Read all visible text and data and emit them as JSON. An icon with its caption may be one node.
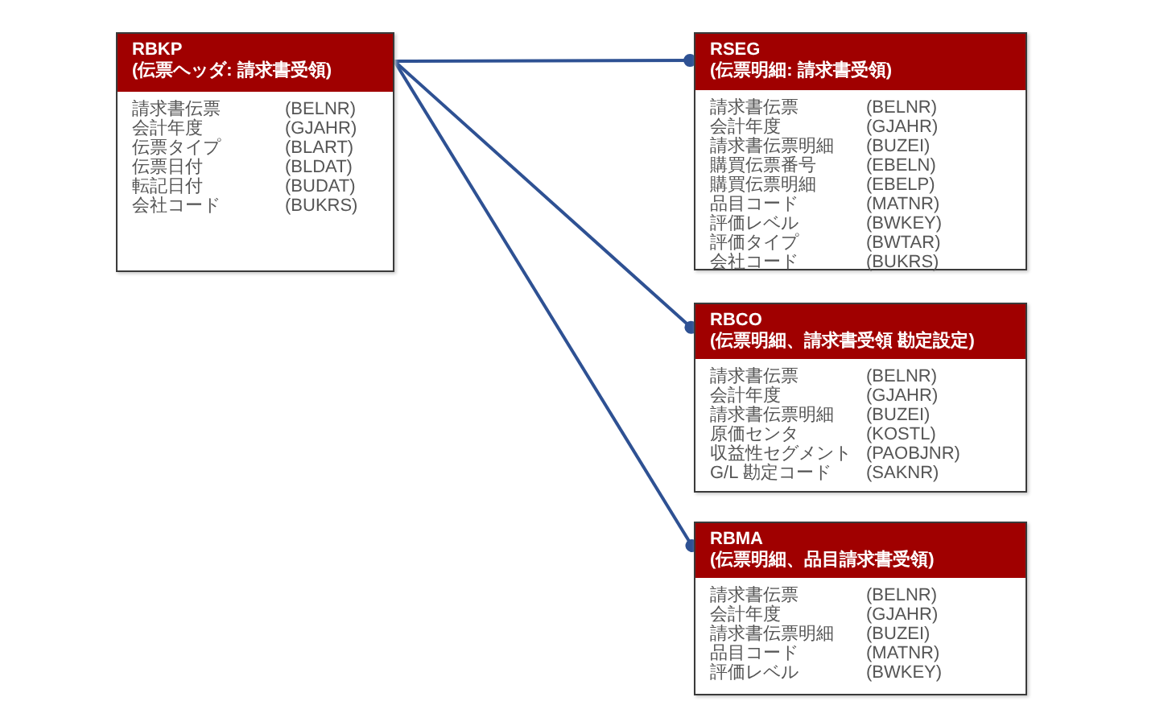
{
  "diagram": {
    "nodes": [
      {
        "text": [
          "RBKP",
          "(伝票ヘッダ: 請求書受領)",
          "請求書伝票",
          "(BELNR)",
          "会計年度",
          "(GJAHR)",
          "伝票タイプ",
          "(BLART)",
          "伝票日付",
          "(BLDAT)",
          "転記日付",
          "(BUDAT)",
          "会社コード",
          "(BUKRS)"
        ]
      },
      {
        "text": [
          "RSEG",
          "(伝票明細: 請求書受領)",
          "請求書伝票",
          "(BELNR)",
          "会計年度",
          "(GJAHR)",
          "請求書伝票明細",
          "(BUZEI)",
          "購買伝票番号",
          "(EBELN)",
          "購買伝票明細",
          "(EBELP)",
          "品目コード",
          "(MATNR)",
          "評価レベル",
          "(BWKEY)",
          "評価タイプ",
          "(BWTAR)",
          "会社コード",
          "(BUKRS)"
        ]
      },
      {
        "text": [
          "RBCO",
          "(伝票明細、請求書受領 勘定設定)",
          "請求書伝票",
          "(BELNR)",
          "会計年度",
          "(GJAHR)",
          "請求書伝票明細",
          "(BUZEI)",
          "原価センタ",
          "(KOSTL)",
          "収益性セグメント",
          "(PAOBJNR)",
          "G/L 勘定コード",
          "(SAKNR)"
        ]
      },
      {
        "text": [
          "RBMA",
          "(伝票明細、品目請求書受領)",
          "請求書伝票",
          "(BELNR)",
          "会計年度",
          "(GJAHR)",
          "請求書伝票明細",
          "(BUZEI)",
          "品目コード",
          "(MATNR)",
          "評価レベル",
          "(BWKEY)"
        ]
      }
    ],
    "edges": [
      {
        "from": 0,
        "to": 1,
        "arrow": "other"
      },
      {
        "from": 0,
        "to": 2,
        "arrow": "other"
      },
      {
        "from": 0,
        "to": 3,
        "arrow": "other"
      }
    ]
  }
}
